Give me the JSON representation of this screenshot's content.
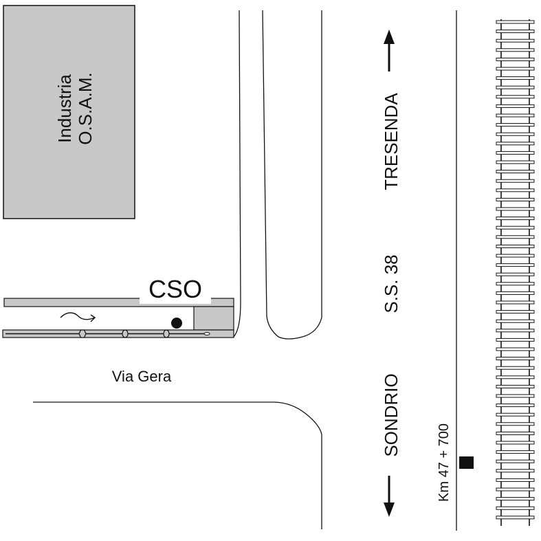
{
  "factory": {
    "line1": "Industria",
    "line2": "O.S.A.M."
  },
  "cso_label": "CSO",
  "street_label": "Via Gera",
  "highway_label": "S.S. 38",
  "direction_north": "TRESENDA",
  "direction_south": "SONDRIO",
  "km_marker": "Km 47 + 700",
  "colors": {
    "building_fill": "#c8c8c8",
    "ink": "#111111"
  }
}
